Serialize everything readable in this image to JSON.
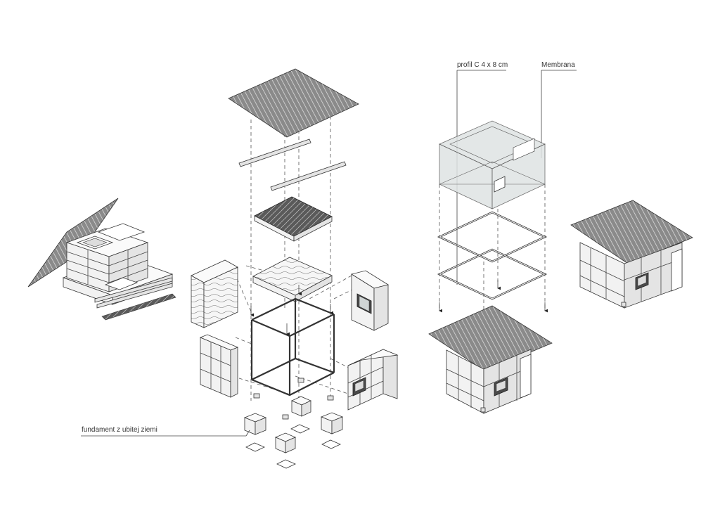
{
  "labels": {
    "profile": "profil C 4 x 8 cm",
    "membrane": "Membrana",
    "foundation": "fundament z ubitej ziemi"
  }
}
